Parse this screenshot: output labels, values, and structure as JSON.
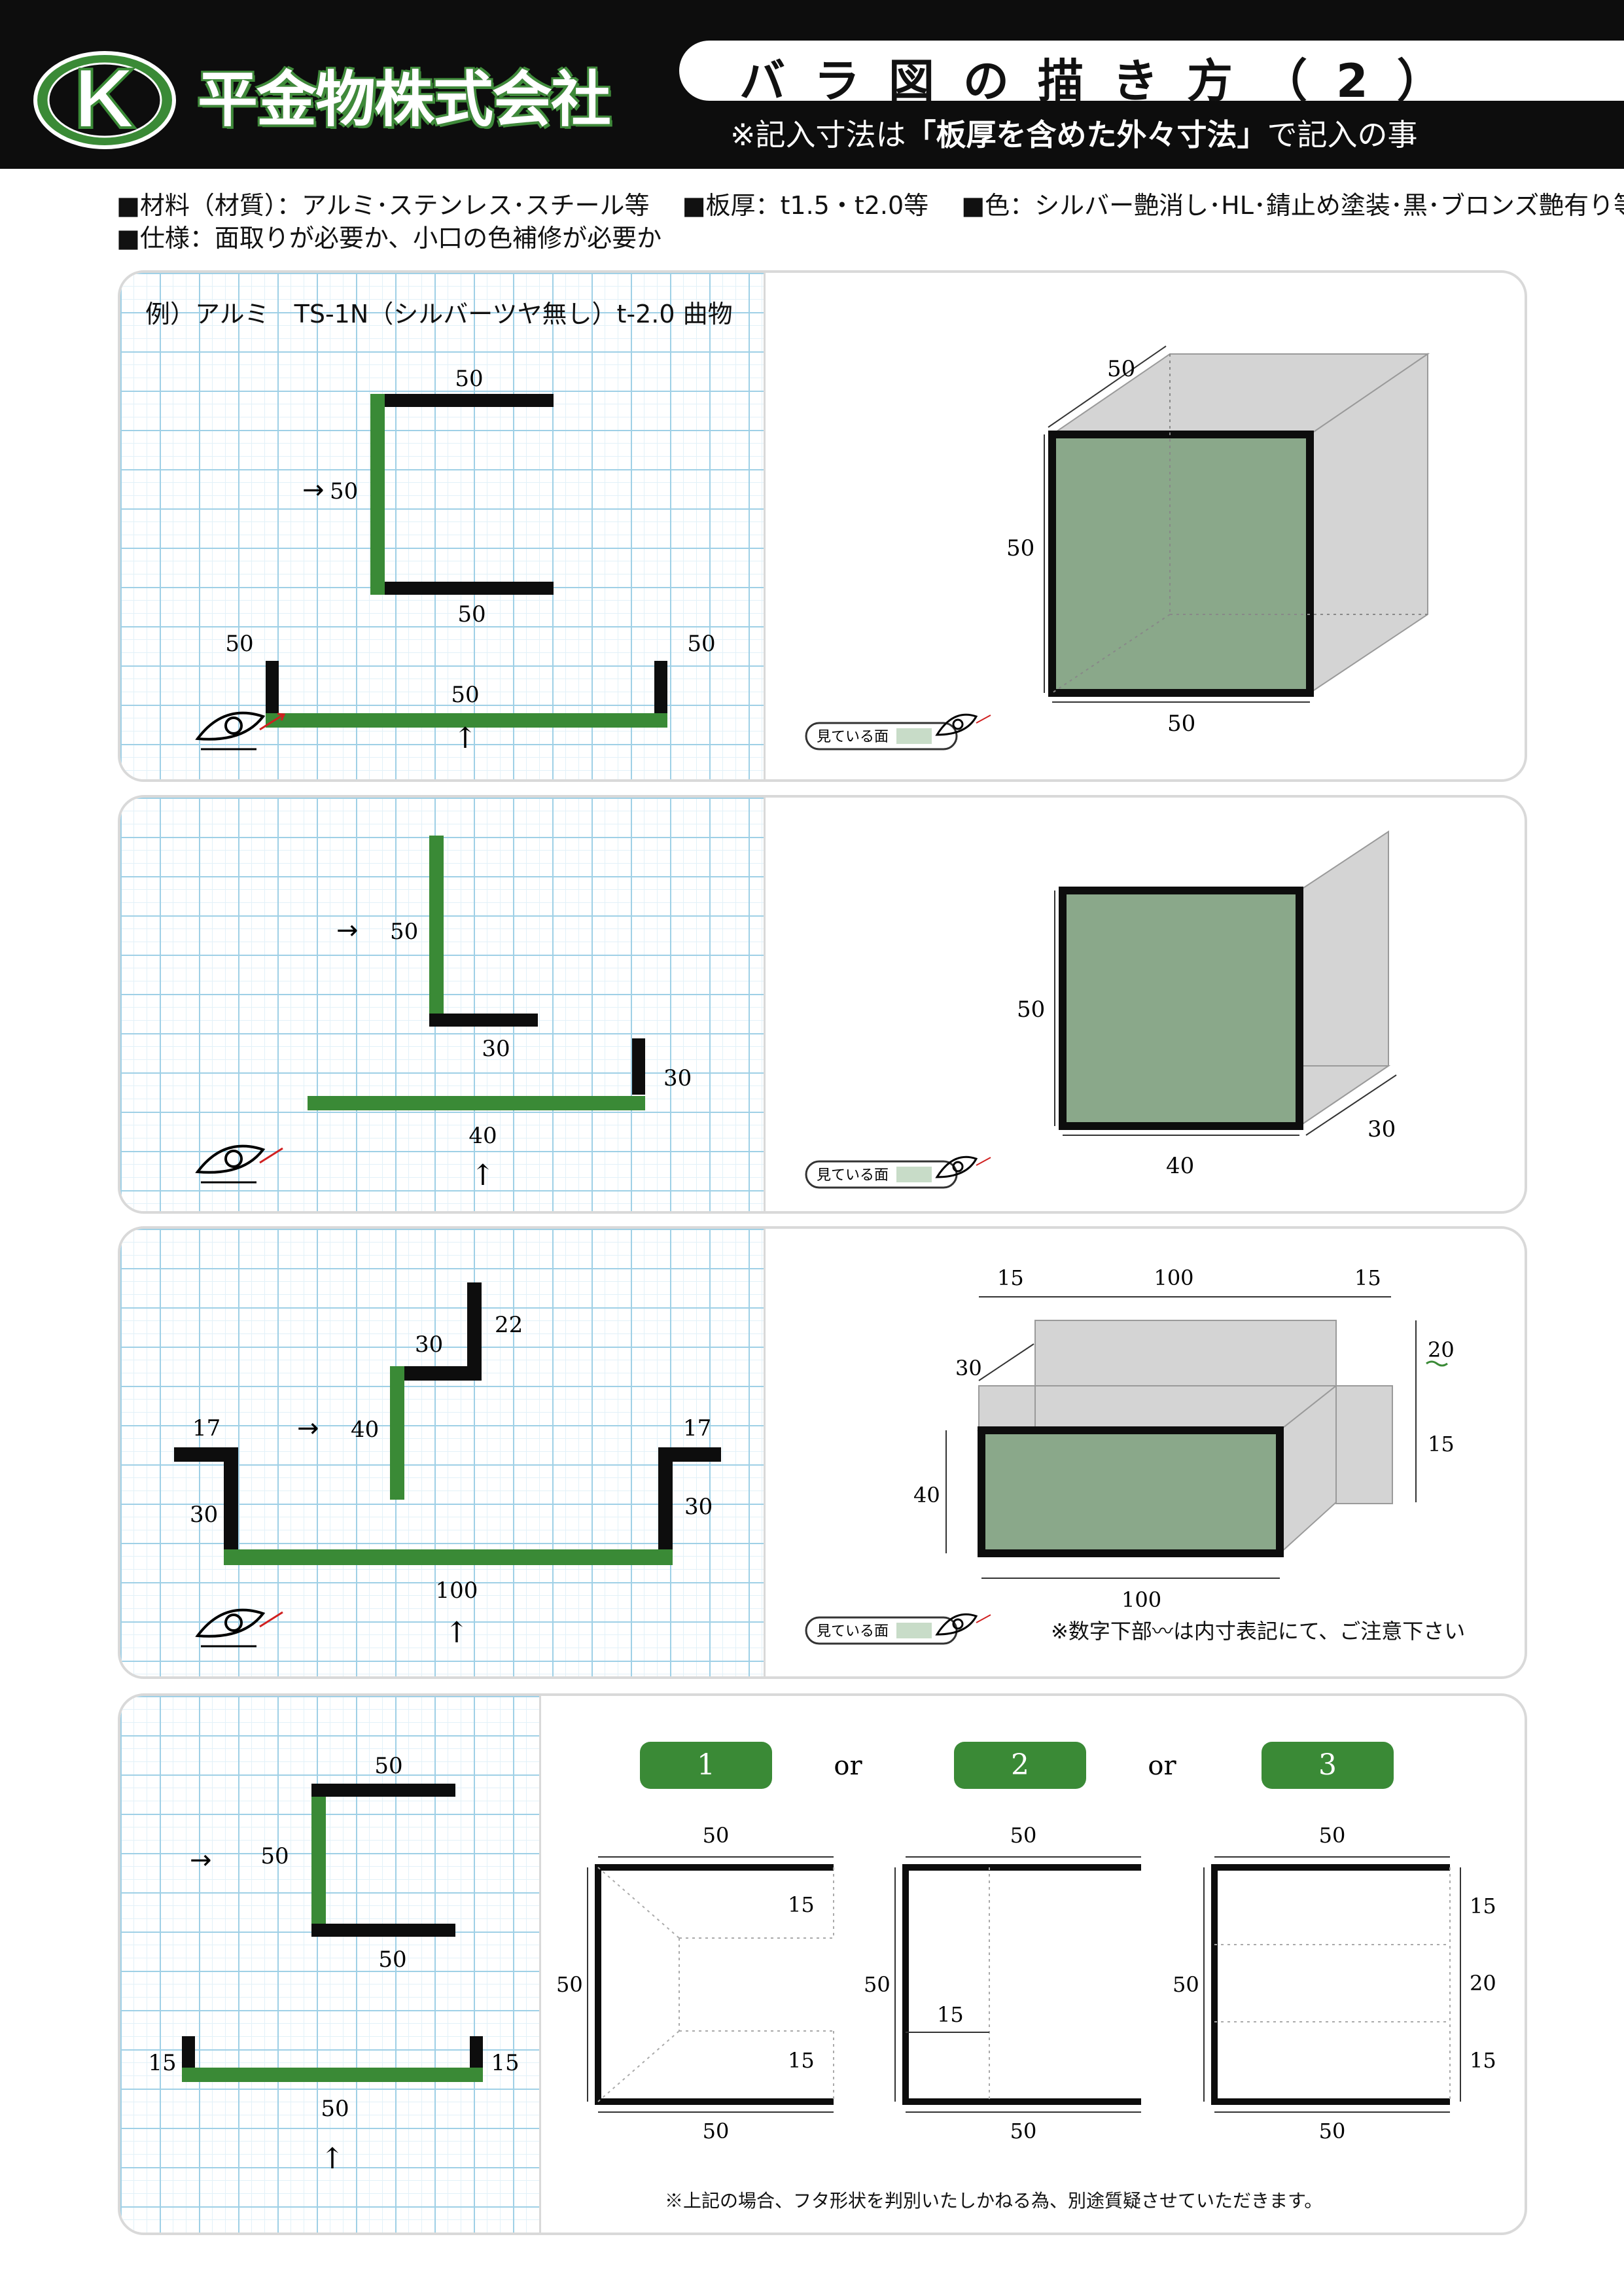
{
  "header": {
    "logo_letter": "K",
    "company_name": "平金物株式会社",
    "title": "バラ図の描き方（2）",
    "subtitle_prefix": "※記入寸法は",
    "subtitle_emphasis": "「板厚を含めた外々寸法」",
    "subtitle_suffix": "で記入の事"
  },
  "specs": {
    "line1": "■材料（材質）：アルミ･ステンレス･スチール等　 ■板厚：t1.5・t2.0等　 ■色：シルバー艶消し･HL･錆止め塗装･黒･ブロンズ艶有り等",
    "line2": "■仕様：面取りが必要か、小口の色補修が必要か"
  },
  "legend_label": "見ている面",
  "colors": {
    "green": "#3a8a36",
    "black": "#0d0d0d",
    "face_green": "#8aa88a",
    "face_gray": "#d4d4d4"
  },
  "panel1": {
    "example": "例）アルミ　TS-1N（シルバーツヤ無し）t-2.0 曲物",
    "flat_top": "50",
    "flat_mid": "50",
    "flat_bottom": "50",
    "flat_side": "50",
    "flat_left": "50",
    "flat_right": "50",
    "flat_base": "50",
    "iso_depth": "50",
    "iso_height": "50",
    "iso_width": "50"
  },
  "panel2": {
    "flat_side": "50",
    "flat_bottom": "30",
    "flat_right": "30",
    "flat_base": "40",
    "iso_height": "50",
    "iso_depth": "30",
    "iso_width": "40"
  },
  "panel3": {
    "flat_top": "22",
    "flat_step": "30",
    "flat_side": "40",
    "flat_left_top": "17",
    "flat_left": "30",
    "flat_right_top": "17",
    "flat_right": "30",
    "flat_base": "100",
    "iso_left": "15",
    "iso_center": "100",
    "iso_right": "15",
    "iso_depth": "30",
    "iso_height": "40",
    "iso_top_right": "20",
    "iso_right_side": "15",
    "iso_width": "100",
    "note": "※数字下部〰は内寸表記にて、ご注意下さい"
  },
  "panel4": {
    "flat_top": "50",
    "flat_side": "50",
    "flat_bottom": "50",
    "flat_left": "15",
    "flat_right": "15",
    "flat_base": "50",
    "options": [
      "1",
      "2",
      "3"
    ],
    "or_label": "or",
    "opt1": {
      "top": "50",
      "left": "50",
      "bottom": "50",
      "upper": "15",
      "lower": "15"
    },
    "opt2": {
      "top": "50",
      "left": "50",
      "bottom": "50",
      "inner": "15"
    },
    "opt3": {
      "top": "50",
      "left": "50",
      "bottom": "50",
      "r1": "15",
      "r2": "20",
      "r3": "15"
    },
    "footnote": "※上記の場合、フタ形状を判別いたしかねる為、別途質疑させていただきます。"
  }
}
